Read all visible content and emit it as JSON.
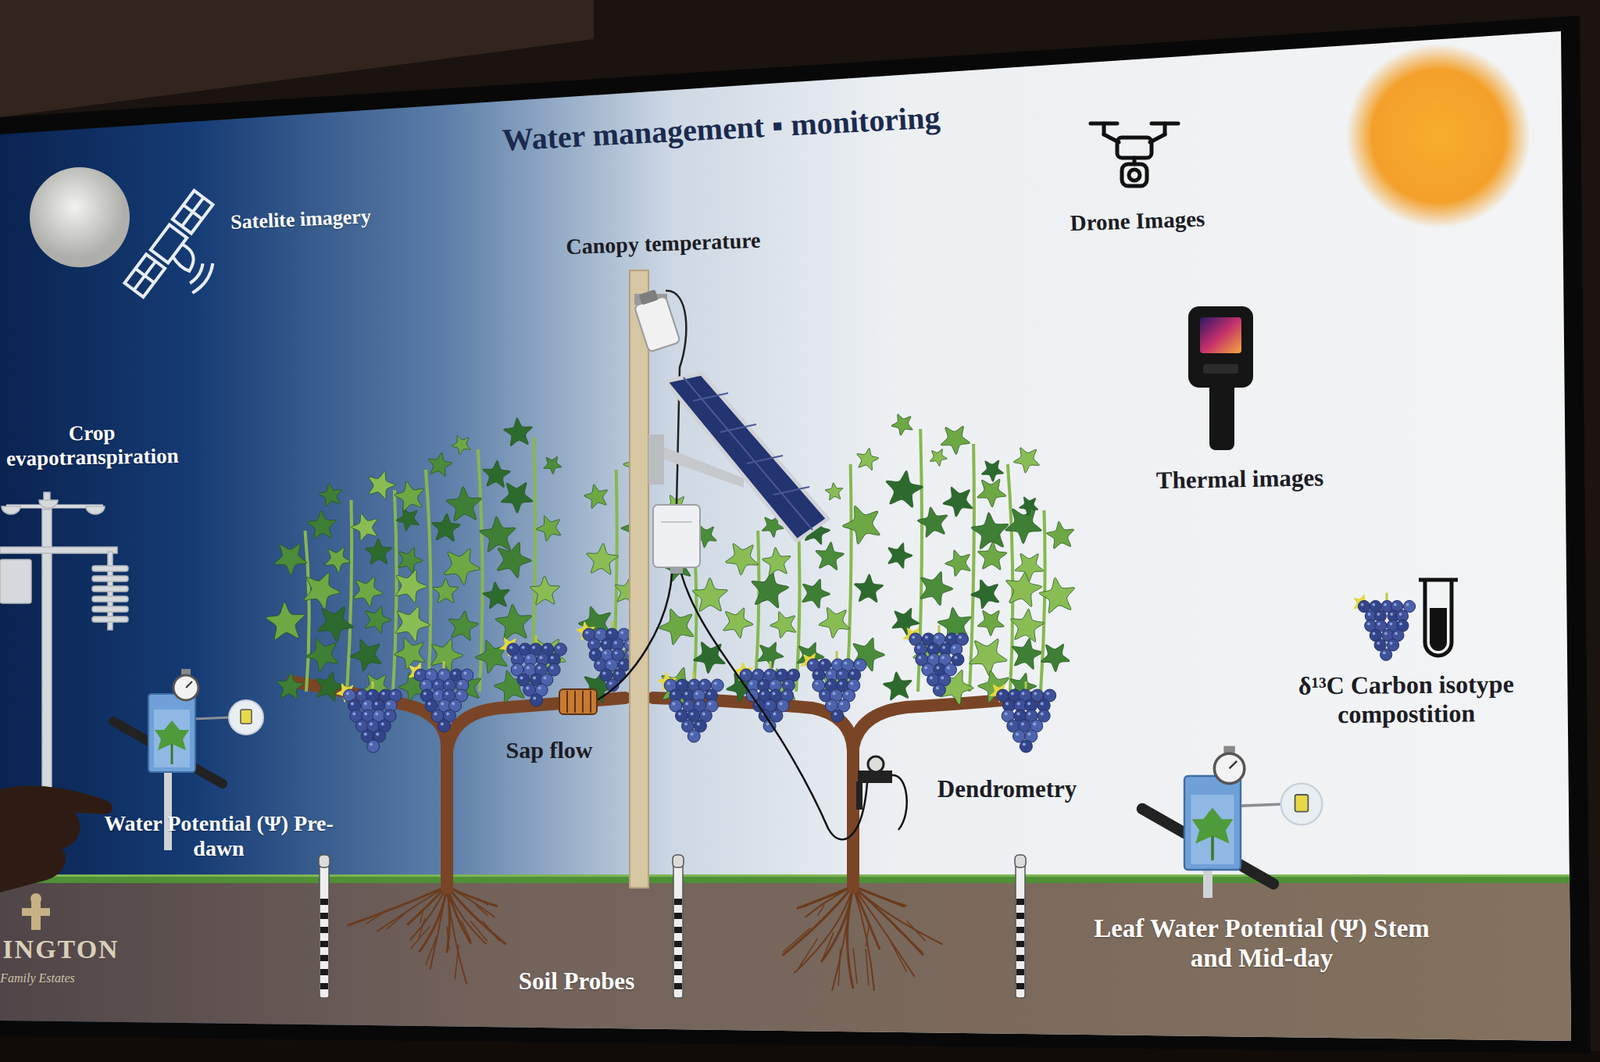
{
  "diagram": {
    "title": "Water management ▪ monitoring",
    "labels": [
      "Satelite imagery",
      "Drone Images",
      "Canopy temperature",
      "Crop evapotranspiration",
      "Thermal images",
      "δ¹³C Carbon isotype compostition",
      "Sap flow",
      "Dendrometry",
      "Water Potential (Ψ) Pre-dawn",
      "Leaf Water Potential (Ψ) Stem and Mid-day",
      "INGTON",
      "Family Estates",
      "Soil Probes"
    ]
  }
}
